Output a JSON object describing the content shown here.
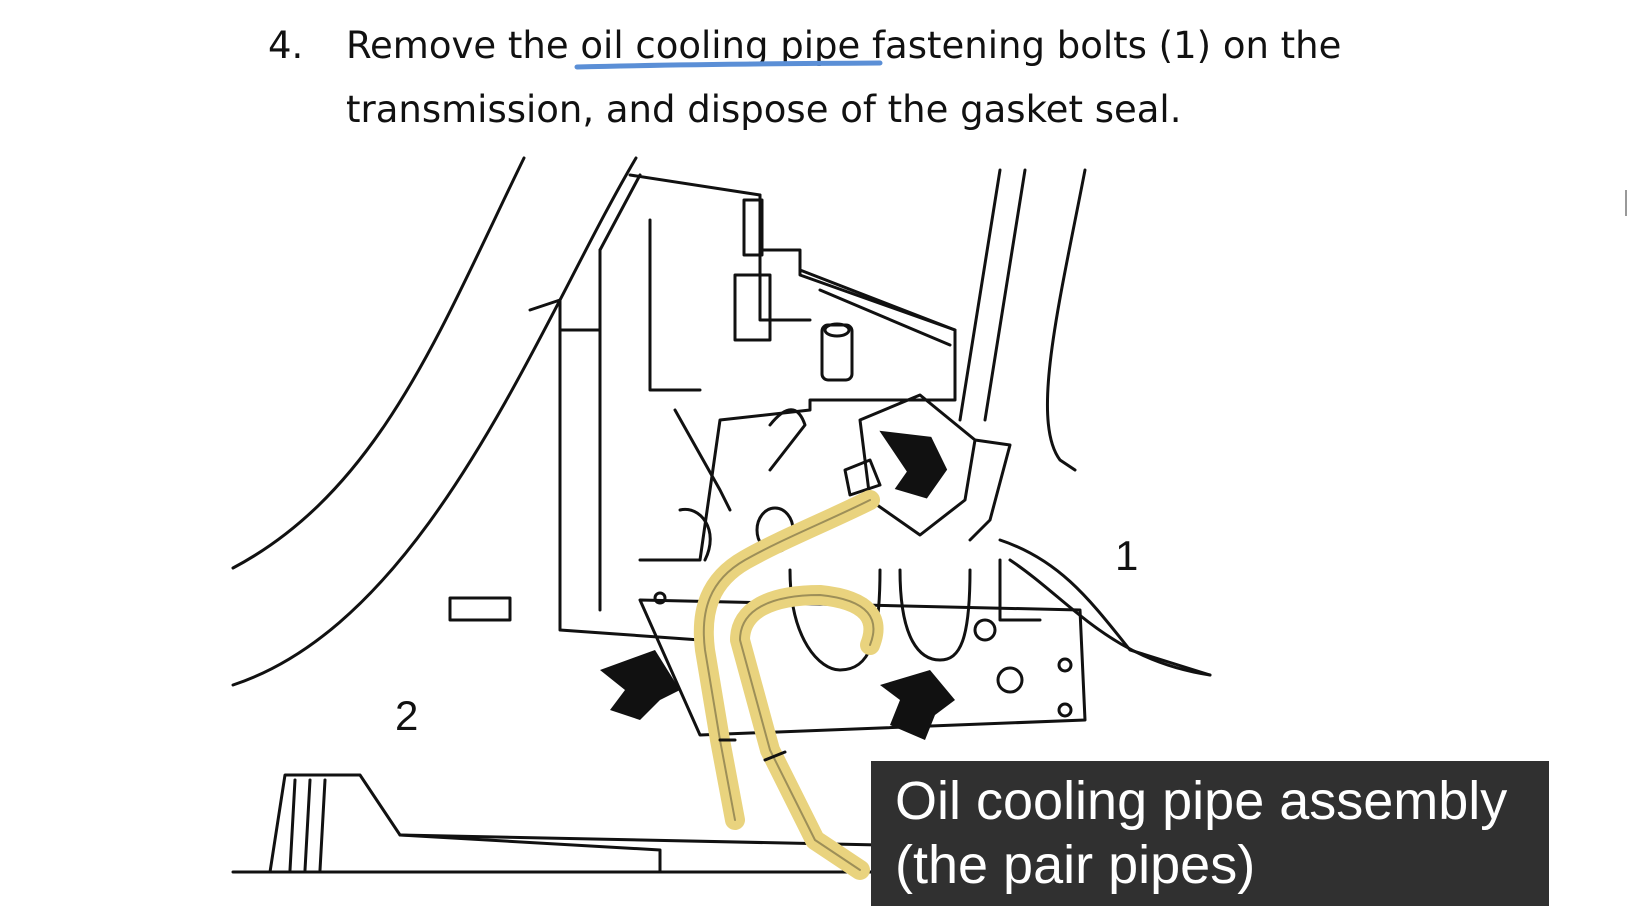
{
  "step": {
    "number": "4.",
    "text_line1_before": "Remove the ",
    "text_line1_highlight": "oil cooling pipe",
    "text_line1_after": " fastening bolts (1) on the",
    "text_line2": "transmission, and dispose of the gasket seal."
  },
  "figure": {
    "callout_1": "1",
    "callout_2": "2"
  },
  "caption": {
    "line1": "Oil cooling pipe assembly",
    "line2": "(the pair pipes)"
  },
  "colors": {
    "pipe_highlight": "#f0dc8c",
    "underline": "#5b8fd6",
    "caption_bg": "#303030"
  }
}
